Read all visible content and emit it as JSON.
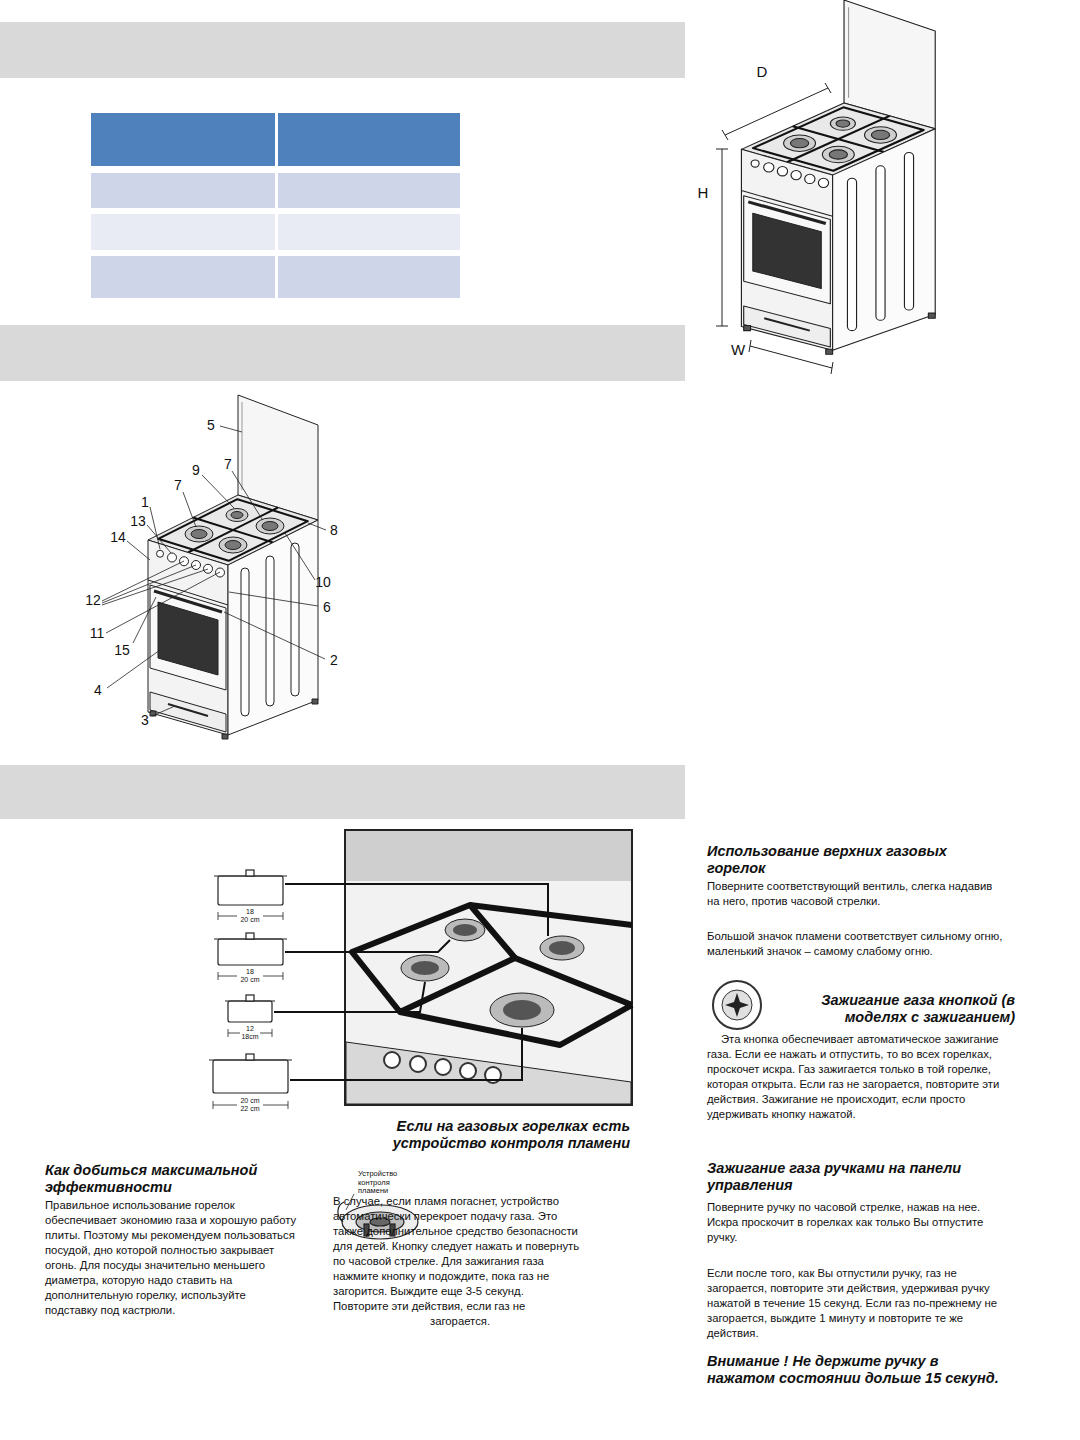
{
  "diagram": {
    "labels": [
      "D",
      "H",
      "W",
      "5",
      "9",
      "7",
      "7",
      "1",
      "13",
      "8",
      "14",
      "12",
      "11",
      "10",
      "6",
      "15",
      "2",
      "4",
      "3",
      "18",
      "20 cm",
      "18",
      "20 cm",
      "12",
      "18cm",
      "20 cm",
      "22 cm",
      "Как добиться максимальной эффективности",
      "Правильное использование горелок обеспечивает экономию газа и хорошую работу плиты. Поэтому мы рекомендуем пользоваться посудой, дно которой полностью закрывает огонь. Для посуды значительно меньшего диаметра, которую надо ставить на дополнительную горелку, используйте подставку под кастрюли.",
      "Если на газовых горелках есть устройство контроля пламени",
      "Устройство контроля пламени",
      "В случае, если пламя погаснет, устройство автоматически перекроет подачу газа. Это также дополнительное средство безопасности для детей. Кнопку следует нажать и повернуть по часовой стрелке. Для зажигания газа нажмите кнопку и подождите, пока газ не загорится. Выждите еще 3-5 секунд. Повторите эти действия, если газ не загорается.",
      "Использование верхних газовых горелок",
      "Поверните соответствующий вентиль, слегка надавив на него, против часовой стрелки.",
      "Большой значок пламени соответствует сильному огню, маленький значок – самому слабому огню.",
      "Зажигание газа кнопкой (в моделях с зажиганием)",
      "Эта кнопка обеспечивает автоматическое зажигание газа. Если ее нажать и отпустить, то во всех горелках, проскочет искра. Газ зажигается только в той горелке, которая открыта. Если газ не загорается, повторите эти действия. Зажигание не происходит, если просто удерживать кнопку нажатой.",
      "Зажигание газа ручками на панели управления",
      "Поверните ручку по часовой стрелке, нажав на нее. Искра проскочит в горелках как только Вы отпустите ручку.",
      "Если после того, как Вы отпустили ручку, газ не загорается, повторите эти действия, удерживая ручку нажатой в течение 15 секунд. Если газ по-прежнему не загорается, выждите 1 минуту и повторите те же действия.",
      "Внимание ! Не держите ручку в нажатом состоянии дольше 15 секунд."
    ]
  }
}
